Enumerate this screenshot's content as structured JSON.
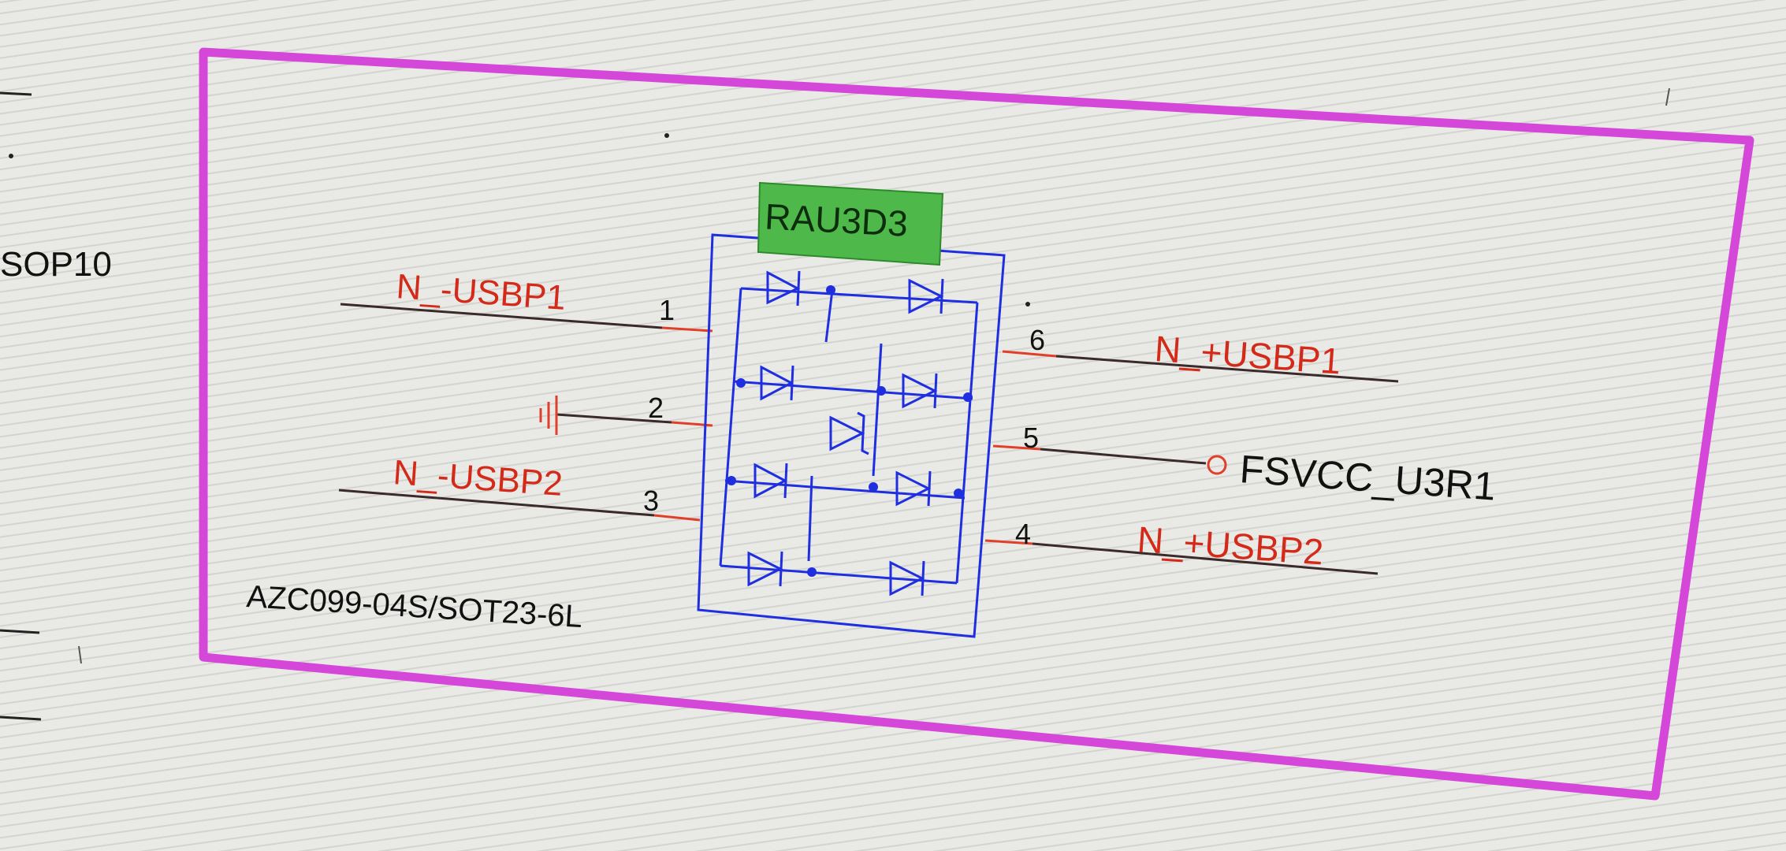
{
  "sheet": {
    "left_fragment_label": "SOP10"
  },
  "component": {
    "designator": "RAU3D3",
    "part_value": "AZC099-04S/SOT23-6L",
    "pins": [
      {
        "number": "1",
        "net": "N_-USBP1"
      },
      {
        "number": "2",
        "net": ""
      },
      {
        "number": "3",
        "net": "N_-USBP2"
      },
      {
        "number": "4",
        "net": "N_+USBP2"
      },
      {
        "number": "5",
        "net": "FSVCC_U3R1"
      },
      {
        "number": "6",
        "net": "N_+USBP1"
      }
    ]
  },
  "colors": {
    "frame": "#d447d8",
    "body": "#1f2fe0",
    "wire_black": "#3a2a2a",
    "wire_red": "#e0402a",
    "net_label": "#d42a1a",
    "designator_bg": "#4fb84a",
    "text": "#111111"
  },
  "icons": {
    "ground": "ground-symbol-icon",
    "power_port": "power-port-circle-icon",
    "diode": "diode-icon",
    "zener": "zener-diode-icon"
  }
}
